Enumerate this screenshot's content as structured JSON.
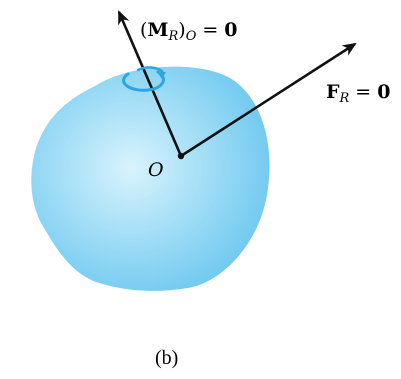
{
  "diagram": {
    "moment_label": {
      "symbol": "M",
      "subscript": "R",
      "outer_subscript": "O",
      "equals": "=",
      "value": "0"
    },
    "force_label": {
      "symbol": "F",
      "subscript": "R",
      "equals": "=",
      "value": "0"
    },
    "origin_label": "O",
    "caption": "(b)",
    "colors": {
      "body_fill_light": "#c8ecfa",
      "body_fill_mid": "#8fd6f3",
      "body_fill_edge": "#6cc6ee",
      "vector": "#111111",
      "moment_arrow": "#2aa6e0"
    }
  }
}
